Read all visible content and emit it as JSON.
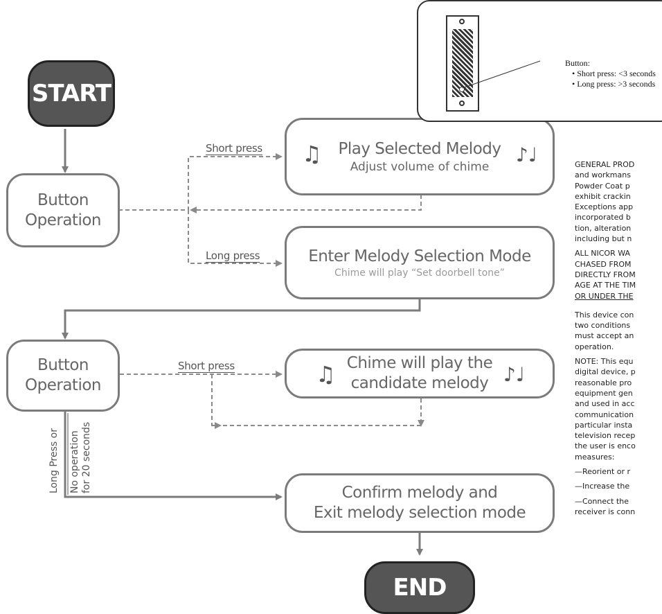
{
  "start_label": "START",
  "end_label": "END",
  "button_operation_1": [
    "Button",
    "Operation"
  ],
  "button_operation_2": [
    "Button",
    "Operation"
  ],
  "play_box": {
    "title": "Play Selected Melody",
    "subtitle": "Adjust volume of chime"
  },
  "selection_box": {
    "title": "Enter Melody Selection Mode",
    "subtitle": "Chime will play “Set doorbell tone”"
  },
  "candidate_box": {
    "line1": "Chime will play the",
    "line2": "candidate melody"
  },
  "confirm_box": {
    "line1": "Confirm melody and",
    "line2": "Exit melody selection mode"
  },
  "labels": {
    "short_press_1": "Short press",
    "long_press": "Long press",
    "short_press_2": "Short press",
    "long_press_or": "Long Press or",
    "no_operation": "No operation",
    "for_20_seconds": "for 20 seconds"
  },
  "inset": {
    "title": "Button:",
    "items": [
      "• Short press: <3 seconds",
      "• Long press: >3 seconds"
    ]
  },
  "side_text": [
    "GENERAL PROD",
    "and workmans",
    "Powder Coat p",
    "exhibit crackin",
    "Exceptions app",
    "incorporated b",
    "tion, alteration",
    "including but n",
    "",
    "ALL NICOR WA",
    "CHASED FROM",
    "DIRECTLY FROM",
    "AGE AT THE TIM",
    "OR UNDER THE",
    "",
    "",
    "This device con",
    "two conditions",
    "must accept an",
    "operation.",
    "",
    "NOTE: This equ",
    "digital device, p",
    "reasonable pro",
    "equipment gen",
    "and used in acc",
    "communication",
    "particular insta",
    "television recep",
    "the user is enco",
    "measures:",
    "",
    "—Reorient or r",
    "",
    "—Increase the",
    "",
    "—Connect the",
    "receiver is conn"
  ]
}
